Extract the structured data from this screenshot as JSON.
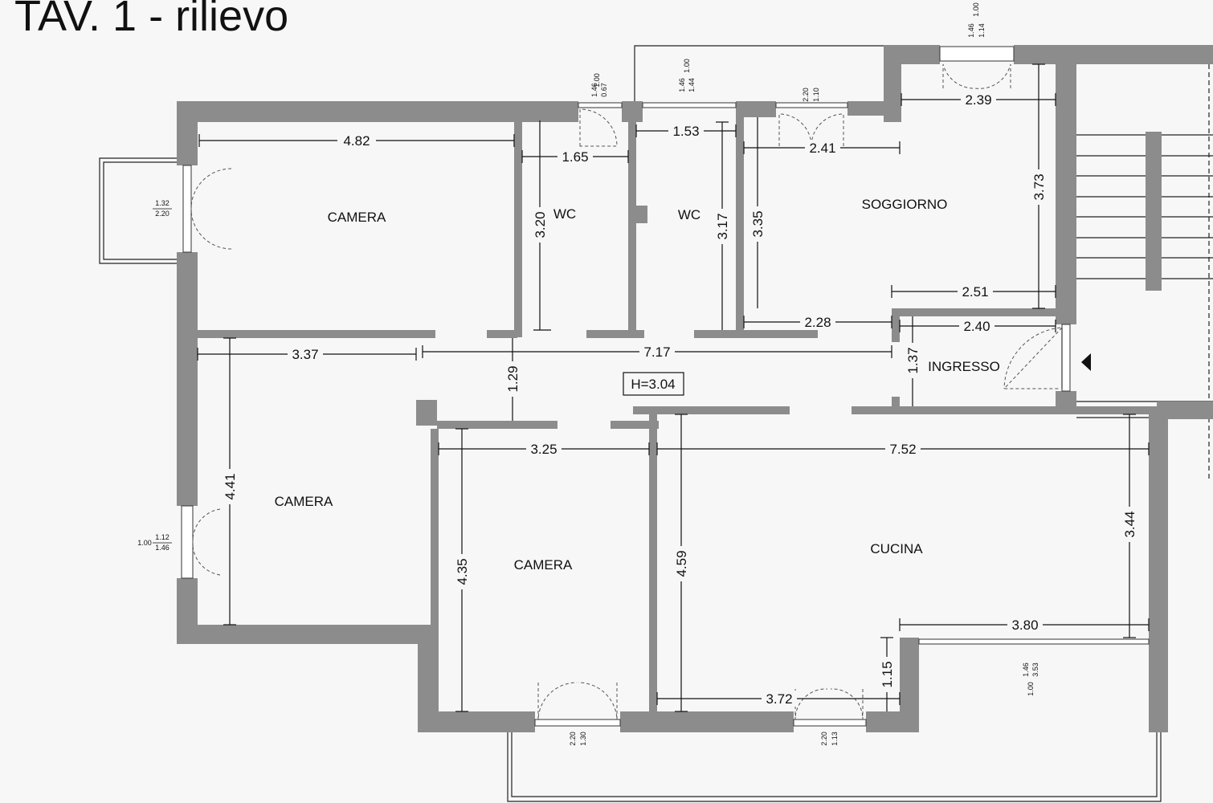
{
  "title": "TAV. 1 - rilievo",
  "ceiling_height": "H=3.04",
  "rooms": {
    "camera_nw": "CAMERA",
    "wc_1": "WC",
    "wc_2": "WC",
    "soggiorno": "SOGGIORNO",
    "ingresso": "INGRESSO",
    "camera_w": "CAMERA",
    "camera_s": "CAMERA",
    "cucina": "CUCINA"
  },
  "dimensions": {
    "camera_nw_width": "4.82",
    "wc1_width": "1.65",
    "wc2_width": "1.53",
    "soggiorno_top": "2.39",
    "soggiorno_mid": "2.41",
    "wc1_height": "3.20",
    "wc2_height": "3.17",
    "soggiorno_height_left": "3.35",
    "soggiorno_height_right": "3.73",
    "soggiorno_bottom": "2.51",
    "soggiorno_bottom_left": "2.28",
    "ingresso_width": "2.40",
    "ingresso_height": "1.37",
    "corridor_west": "3.37",
    "corridor_length": "7.17",
    "corridor_width": "1.29",
    "camera_w_height": "4.41",
    "camera_s_width": "3.25",
    "camera_s_height": "4.35",
    "cucina_width": "7.52",
    "cucina_height_left": "4.59",
    "cucina_height_right": "3.44",
    "cucina_balcony": "3.80",
    "cucina_bottom": "3.72",
    "cucina_nook": "1.15"
  },
  "openings": {
    "window_camera_nw_top": "1.32",
    "window_camera_nw_bottom": "2.20",
    "window_camera_w_left": "1.00",
    "window_camera_w_top": "1.12",
    "window_camera_w_bottom": "1.46",
    "window_wc1_a": "0.67",
    "window_wc1_b": "1.46",
    "window_wc1_c": "1.00",
    "window_wc2_a": "1.44",
    "window_wc2_b": "1.46",
    "window_wc2_c": "1.00",
    "door_soggiorno_a": "1.10",
    "door_soggiorno_b": "2.20",
    "window_soggiorno_top_a": "1.14",
    "window_soggiorno_top_b": "1.46",
    "window_soggiorno_top_c": "1.00",
    "door_camera_s_a": "1.30",
    "door_camera_s_b": "2.20",
    "door_cucina_a": "1.13",
    "door_cucina_b": "2.20",
    "window_cucina_a": "3.53",
    "window_cucina_b": "1.46",
    "window_cucina_c": "1.00"
  }
}
